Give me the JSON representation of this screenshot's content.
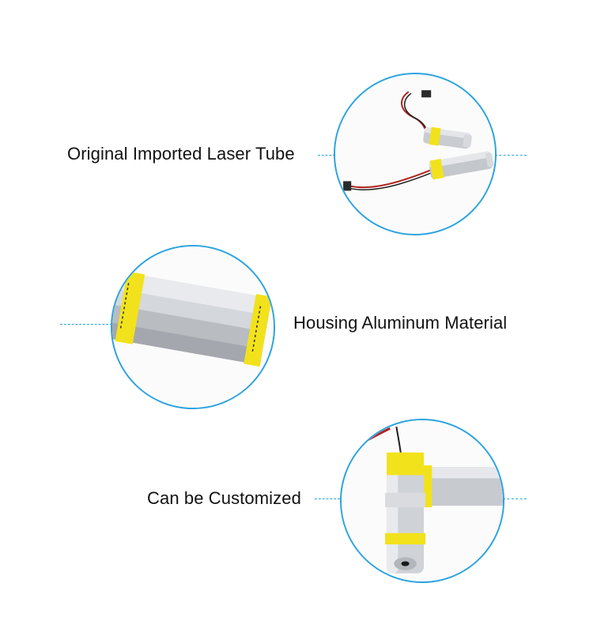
{
  "features": [
    {
      "label": "Original Imported Laser Tube",
      "image": "laser-tube-with-cable-photo"
    },
    {
      "label": "Housing Aluminum Material",
      "image": "aluminum-housing-closeup-photo"
    },
    {
      "label": "Can be Customized",
      "image": "customized-laser-module-photo"
    }
  ],
  "colors": {
    "accent": "#2aa3e0",
    "label_band": "#f2e21b",
    "housing": "#c9ccd0",
    "text": "#111111"
  }
}
